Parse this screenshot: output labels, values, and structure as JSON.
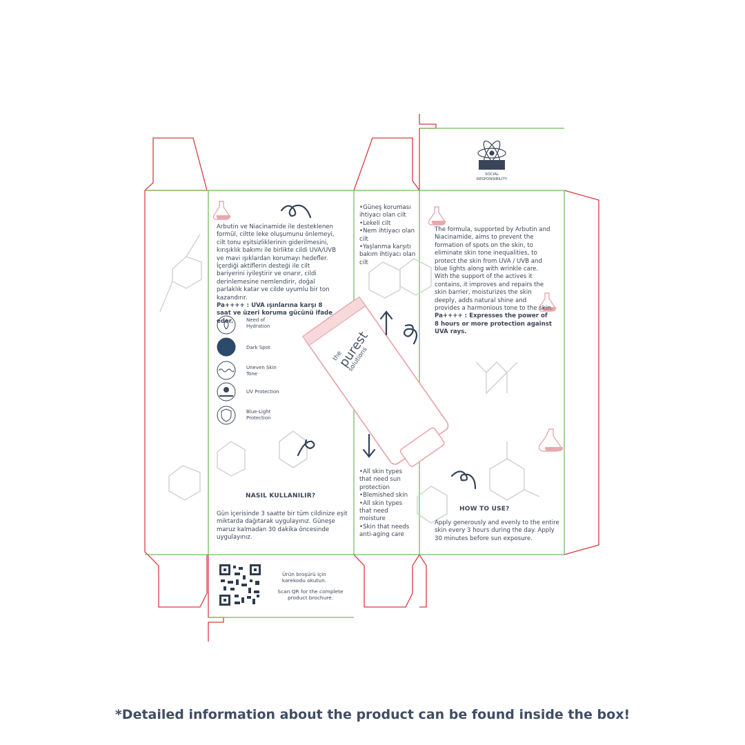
{
  "left_panel": {
    "tr_description": "Arbutin ve Niacinamide ile desteklenen formül, ciltte leke oluşumunu önlemeyi, cilt tonu eşitsizliklerinin giderilmesini, kırışıklık bakımı ile birlikte cildi UVA/UVB ve mavi ışıklardan korumayı hedefler. İçerdiği aktiflerin desteği ile cilt bariyerini iyileştirir ve onarır, cildi derinlemesine nemlendirir, doğal parlaklık katar ve cilde uyumlu bir ton kazandırır.",
    "tr_pa_note": "Pa++++ : UVA ışınlarına karşı 8 saat ve üzeri koruma gücünü ifade eder.",
    "benefits": [
      {
        "icon": "droplet-icon",
        "label": "Need of Hydration"
      },
      {
        "icon": "dark-spot-icon",
        "label": "Dark Spot"
      },
      {
        "icon": "wave-icon",
        "label": "Uneven Skin Tone"
      },
      {
        "icon": "sun-icon",
        "label": "UV Protection"
      },
      {
        "icon": "shield-icon",
        "label": "Blue-Light Protection"
      }
    ],
    "usage_heading": "NASIL KULLANILIR?",
    "usage_text": "Gün içerisinde 3 saatte bir tüm cildinize eşit miktarda dağıtarak uygulayınız. Güneşe maruz kalmadan 30 dakika öncesinde uygulayınız."
  },
  "middle_panel": {
    "tr_skin_types": [
      "•Güneş koruması ihtiyacı olan cilt",
      "•Lekeli cilt",
      "•Nem ihtiyacı olan cilt",
      "•Yaşlanma karşıtı bakım ihtiyacı olan cilt"
    ],
    "en_skin_types": [
      "•All skin types that need sun protection",
      "•Blemished skin",
      "•All skin types that need moisture",
      "•Skin that needs anti-aging care"
    ],
    "tube_brand": {
      "line1": "the",
      "line2": "purest",
      "line3": "solutions"
    }
  },
  "right_panel": {
    "en_description": "The formula, supported by Arbutin and Niacinamide, aims to prevent the formation of spots on the skin, to eliminate skin tone inequalities, to protect the skin from UVA / UVB and blue lights along with wrinkle care. With the support of the actives it contains, it improves and repairs the skin barrier, moisturizes the skin deeply, adds natural shine and provides a harmonious tone to the skin.",
    "en_pa_note": "Pa++++ : Expresses the power of 8 hours or more protection against UVA rays.",
    "usage_heading": "HOW TO USE?",
    "usage_text": "Apply generously and evenly to the entire skin every 3 hours during the day. Apply 30 minutes before sun exposure."
  },
  "top_flap": {
    "badge_label": "SOCIAL RESPONSIBILITY"
  },
  "bottom_flap": {
    "qr_tr": "Ürün broşürü için karekodu okutun.",
    "qr_en": "Scan QR for the complete product brochure."
  },
  "footer_note": "*Detailed information about the product can be found inside the box!",
  "colors": {
    "cut_line": "#d9393e",
    "fold_line": "#6fbf5c",
    "text": "#3a4557",
    "accent_pink": "#e7a9ad"
  }
}
